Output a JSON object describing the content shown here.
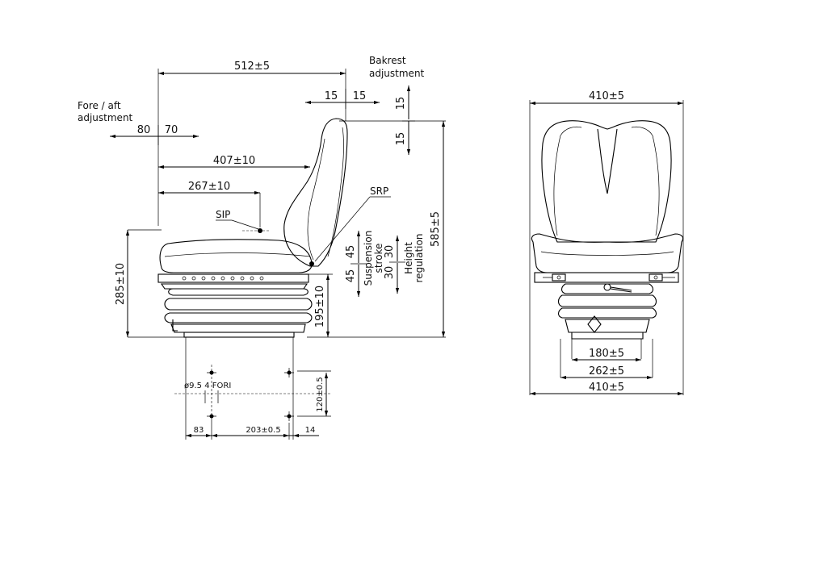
{
  "side_view": {
    "width_total": "512±5",
    "backrest_label": "Bakrest",
    "adjustment_word": "adjustment",
    "backrest_fore": "15",
    "backrest_aft": "15",
    "backrest_up": "15",
    "backrest_down": "15",
    "fore_aft_label": "Fore / aft",
    "fore_aft_back": "80",
    "fore_aft_fwd": "70",
    "dim_407": "407±10",
    "dim_267": "267±10",
    "srp": "SRP",
    "sip": "SIP",
    "height_285": "285±10",
    "height_585": "585±5",
    "height_195": "195±10",
    "susp_up": "45",
    "susp_down": "45",
    "suspension_word": "Suspension",
    "stroke_word": "stroke",
    "hreg_up": "30",
    "hreg_down": "30",
    "height_word": "Height",
    "regulation_word": "regulation"
  },
  "mount_view": {
    "holes": "ø9.5  4 FORI",
    "dim_83": "83",
    "dim_203": "203±0.5",
    "dim_14": "14",
    "dim_120": "120±0.5"
  },
  "front_view": {
    "width_top": "410±5",
    "dim_180": "180±5",
    "dim_262": "262±5",
    "width_bottom": "410±5"
  }
}
